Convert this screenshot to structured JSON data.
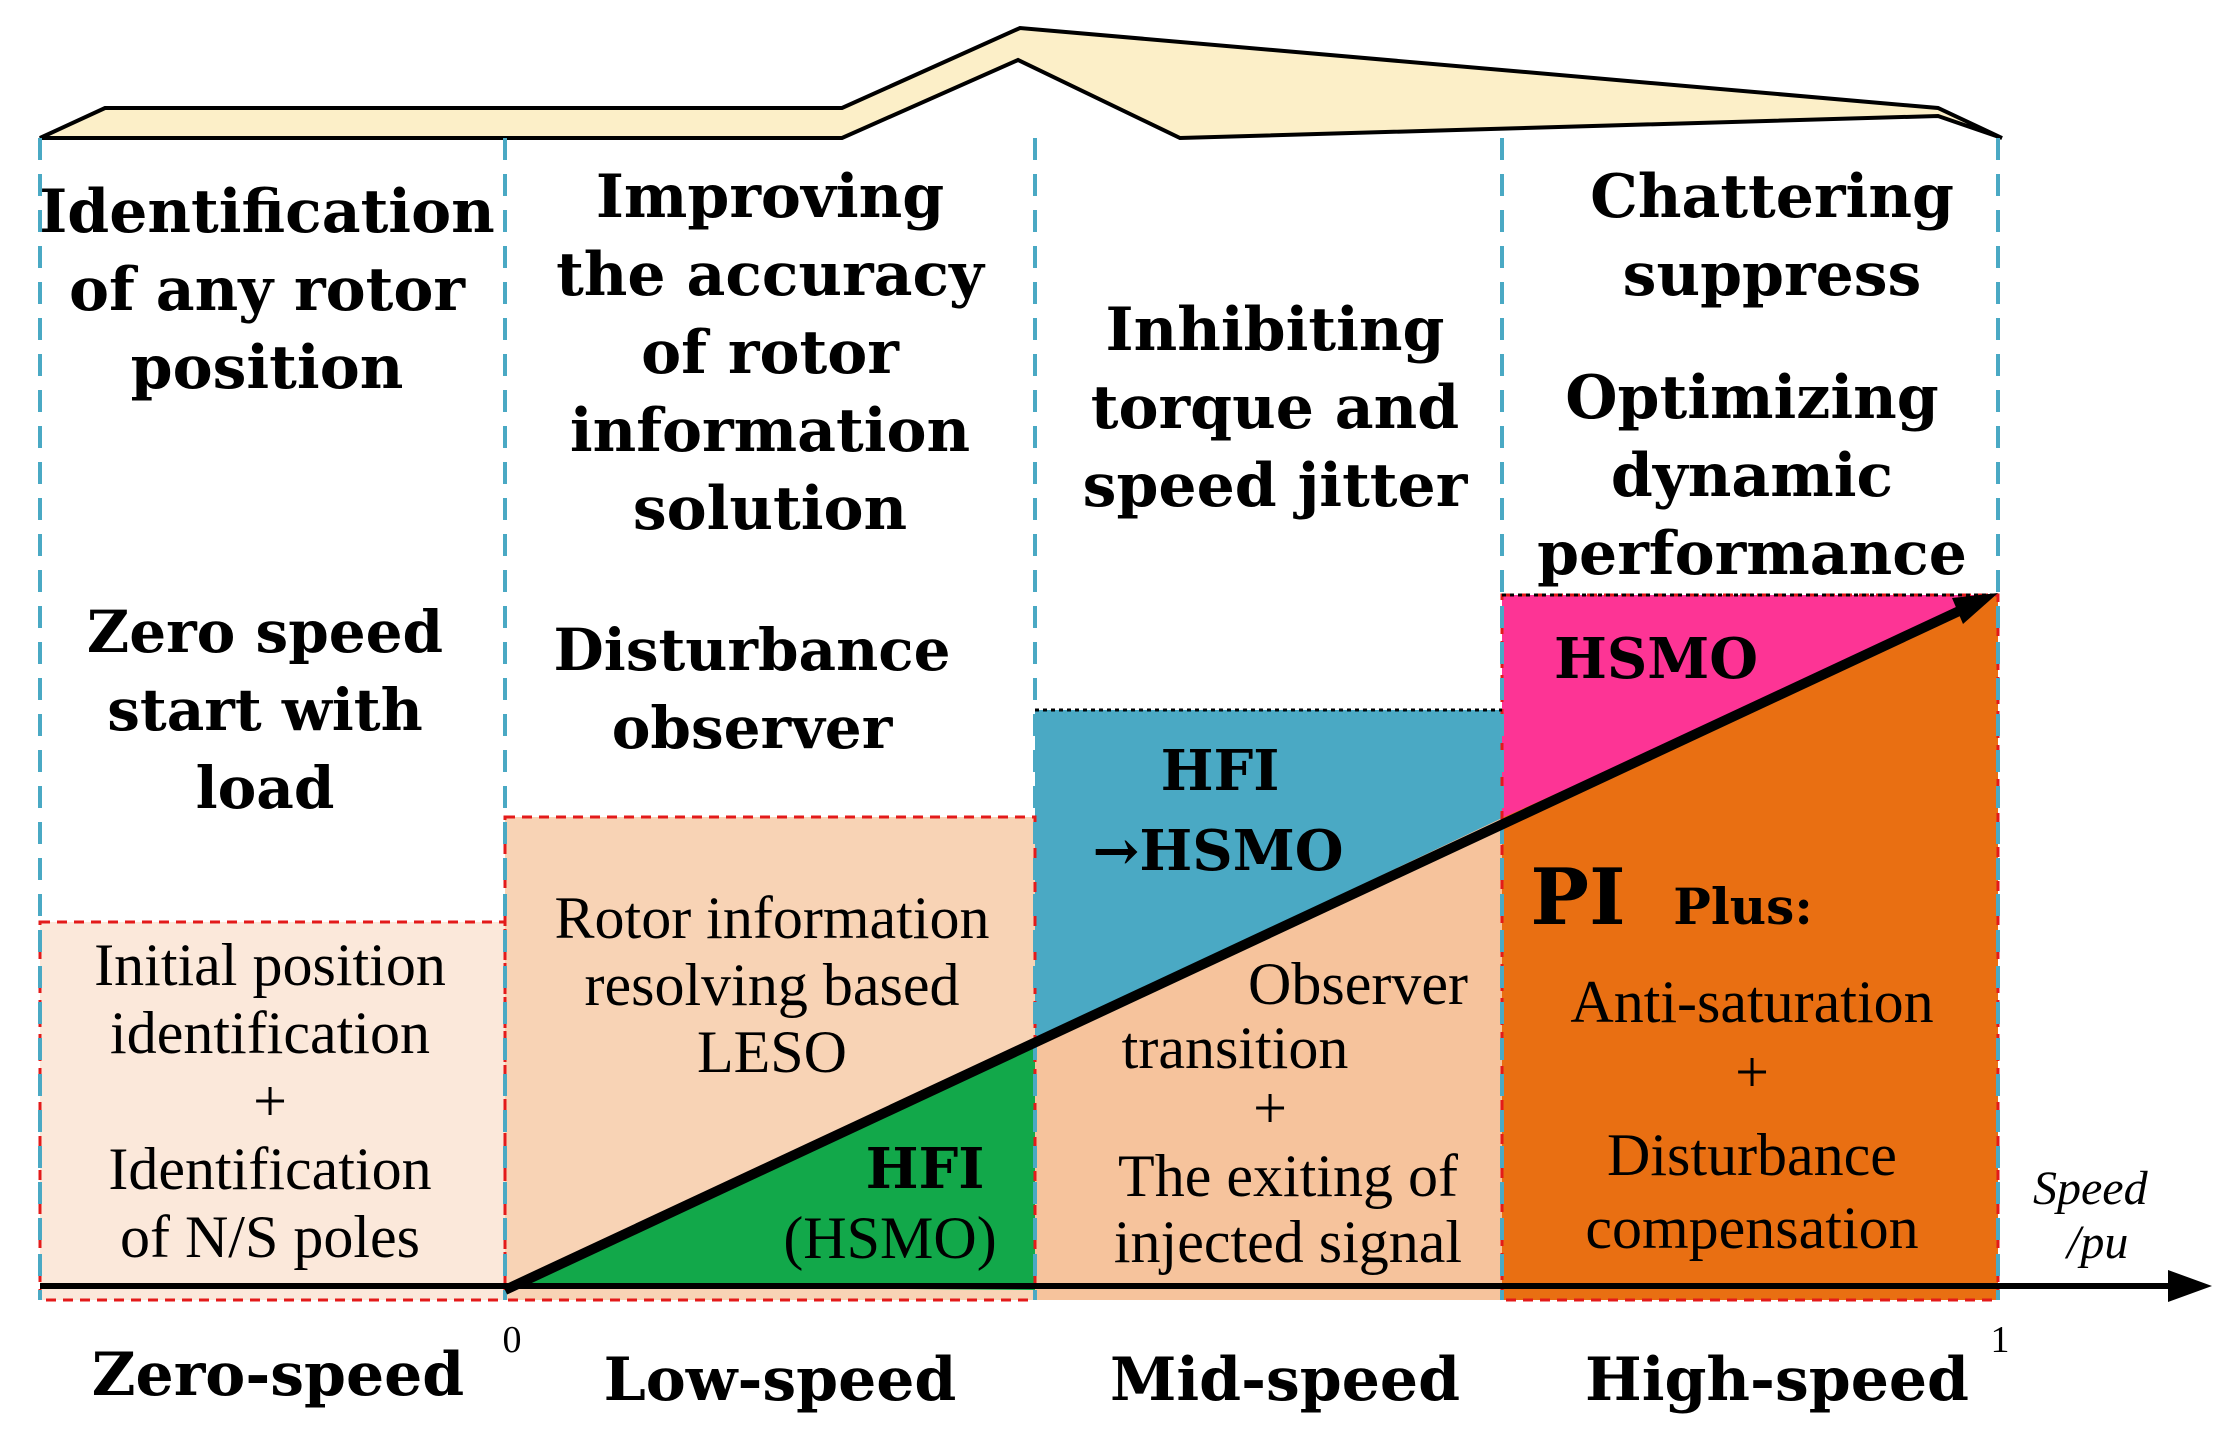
{
  "columns": [
    {
      "heading": [
        "Identification",
        "of any rotor",
        "position"
      ],
      "subheading": [
        "Zero speed",
        "start with",
        "load"
      ],
      "method_description": [
        "Initial position",
        "identification",
        "+",
        "Identification",
        "of N/S poles"
      ],
      "speed_region": "Zero-speed"
    },
    {
      "heading": [
        "Improving",
        "the accuracy",
        "of rotor",
        "information",
        "solution"
      ],
      "subheading": [
        "Disturbance",
        "observer"
      ],
      "method_description": [
        "Rotor information",
        "resolving based",
        "LESO"
      ],
      "method_block": [
        "HFI",
        "(HSMO)"
      ],
      "speed_region": "Low-speed"
    },
    {
      "heading": [
        "Inhibiting",
        "torque and",
        "speed jitter"
      ],
      "method_block": [
        "HFI",
        "→HSMO"
      ],
      "method_description": [
        "Observer",
        "transition",
        "+",
        "The exiting of",
        "injected signal"
      ],
      "speed_region": "Mid-speed"
    },
    {
      "heading": [
        "Chattering",
        "suppress"
      ],
      "subheading": [
        "Optimizing",
        "dynamic",
        "performance"
      ],
      "method_block": [
        "HSMO"
      ],
      "controller_title": "PI",
      "controller_suffix": "Plus:",
      "method_description": [
        "Anti-saturation",
        "+",
        "Disturbance",
        "compensation"
      ],
      "speed_region": "High-speed"
    }
  ],
  "axis": {
    "label": [
      "Speed",
      "/pu"
    ],
    "ticks": [
      "0",
      "1"
    ]
  },
  "colors": {
    "roof_fill": "#fcefc8",
    "zero_block": "#fbe8da",
    "low_block": "#f8d3b5",
    "mid_lower_block": "#f6c39c",
    "mid_upper_block": "#4aa9c4",
    "high_lower_block": "#e96f12",
    "high_upper_block": "#fd3495",
    "hfi_triangle": "#12a84a",
    "divider": "#4aa9c4",
    "red_dash": "#e31a1a"
  }
}
